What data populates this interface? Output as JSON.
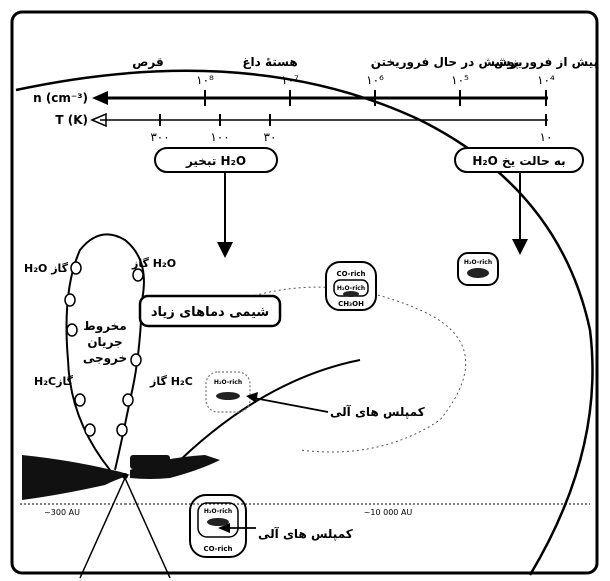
{
  "stages": [
    "پیش از فروریزش",
    "پوشش در حال فروریختن",
    "هستهٔ داغ",
    "قرص"
  ],
  "density": {
    "label": "n (cm⁻³)",
    "ticks": [
      "۱۰⁴",
      "۱۰⁵",
      "۱۰⁶",
      "۱۰⁷",
      "۱۰⁸"
    ]
  },
  "temperature": {
    "label": "T (K)",
    "ticks": [
      "۱۰",
      "۳۰",
      "۱۰۰",
      "۳۰۰"
    ]
  },
  "boxes": {
    "evaporation": "تبخیر H₂O",
    "freeze": "H₂O به حالت یخ",
    "hot_chemistry": "شیمی دماهای زیاد",
    "outflow_cone": [
      "مخروط",
      "جریان",
      "خروجی"
    ]
  },
  "gas_labels": {
    "h2o_left": "H₂O گاز",
    "h2o_right": "گاز H₂O",
    "h2co_left": "H₂Cگاز",
    "h2co_right": "گاز H₂C"
  },
  "grain_labels": {
    "co_rich": "CO-rich",
    "h2o_rich": "H₂O-rich",
    "ch3oh": "CH₃OH"
  },
  "organic_complexes": "کمپلس های آلی",
  "scale": {
    "left": "~300 AU",
    "right": "~10 000 AU"
  }
}
